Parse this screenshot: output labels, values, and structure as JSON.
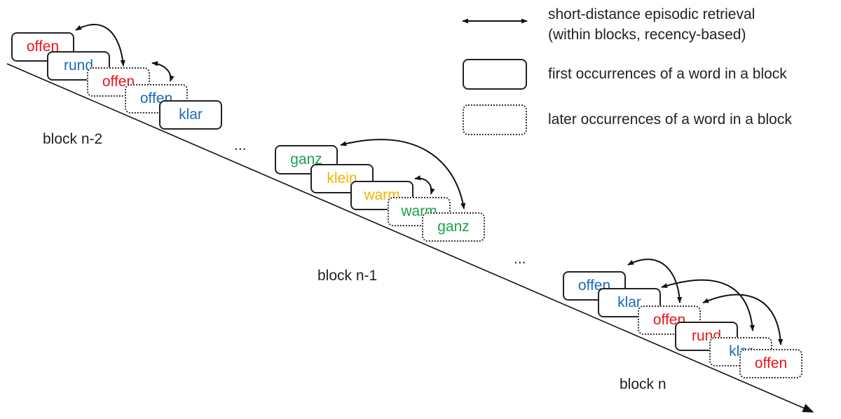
{
  "colors": {
    "red": "#e8141c",
    "blue": "#1a6ab5",
    "green": "#1aa34a",
    "yellow": "#f3b400",
    "line": "#111111"
  },
  "legend": {
    "arrow_text_line1": "short-distance episodic retrieval",
    "arrow_text_line2": "(within blocks, recency-based)",
    "first_text": "first occurrences of a word in a block",
    "later_text": "later occurrences of a word in a block"
  },
  "blocks": [
    {
      "label": "block n-2",
      "cards": [
        {
          "word": "offen",
          "color": "red",
          "kind": "first"
        },
        {
          "word": "rund",
          "color": "blue",
          "kind": "first"
        },
        {
          "word": "offen",
          "color": "red",
          "kind": "later"
        },
        {
          "word": "offen",
          "color": "blue",
          "kind": "later"
        },
        {
          "word": "klar",
          "color": "blue",
          "kind": "first"
        }
      ]
    },
    {
      "label": "block n-1",
      "cards": [
        {
          "word": "ganz",
          "color": "green",
          "kind": "first"
        },
        {
          "word": "klein",
          "color": "yellow",
          "kind": "first"
        },
        {
          "word": "warm",
          "color": "yellow",
          "kind": "first"
        },
        {
          "word": "warm",
          "color": "green",
          "kind": "later"
        },
        {
          "word": "ganz",
          "color": "green",
          "kind": "later"
        }
      ]
    },
    {
      "label": "block n",
      "cards": [
        {
          "word": "offen",
          "color": "blue",
          "kind": "first"
        },
        {
          "word": "klar",
          "color": "blue",
          "kind": "first"
        },
        {
          "word": "offen",
          "color": "red",
          "kind": "later"
        },
        {
          "word": "rund",
          "color": "red",
          "kind": "first"
        },
        {
          "word": "klar",
          "color": "blue",
          "kind": "later"
        },
        {
          "word": "offen",
          "color": "red",
          "kind": "later"
        }
      ]
    }
  ],
  "ellipses": [
    "...",
    "..."
  ]
}
